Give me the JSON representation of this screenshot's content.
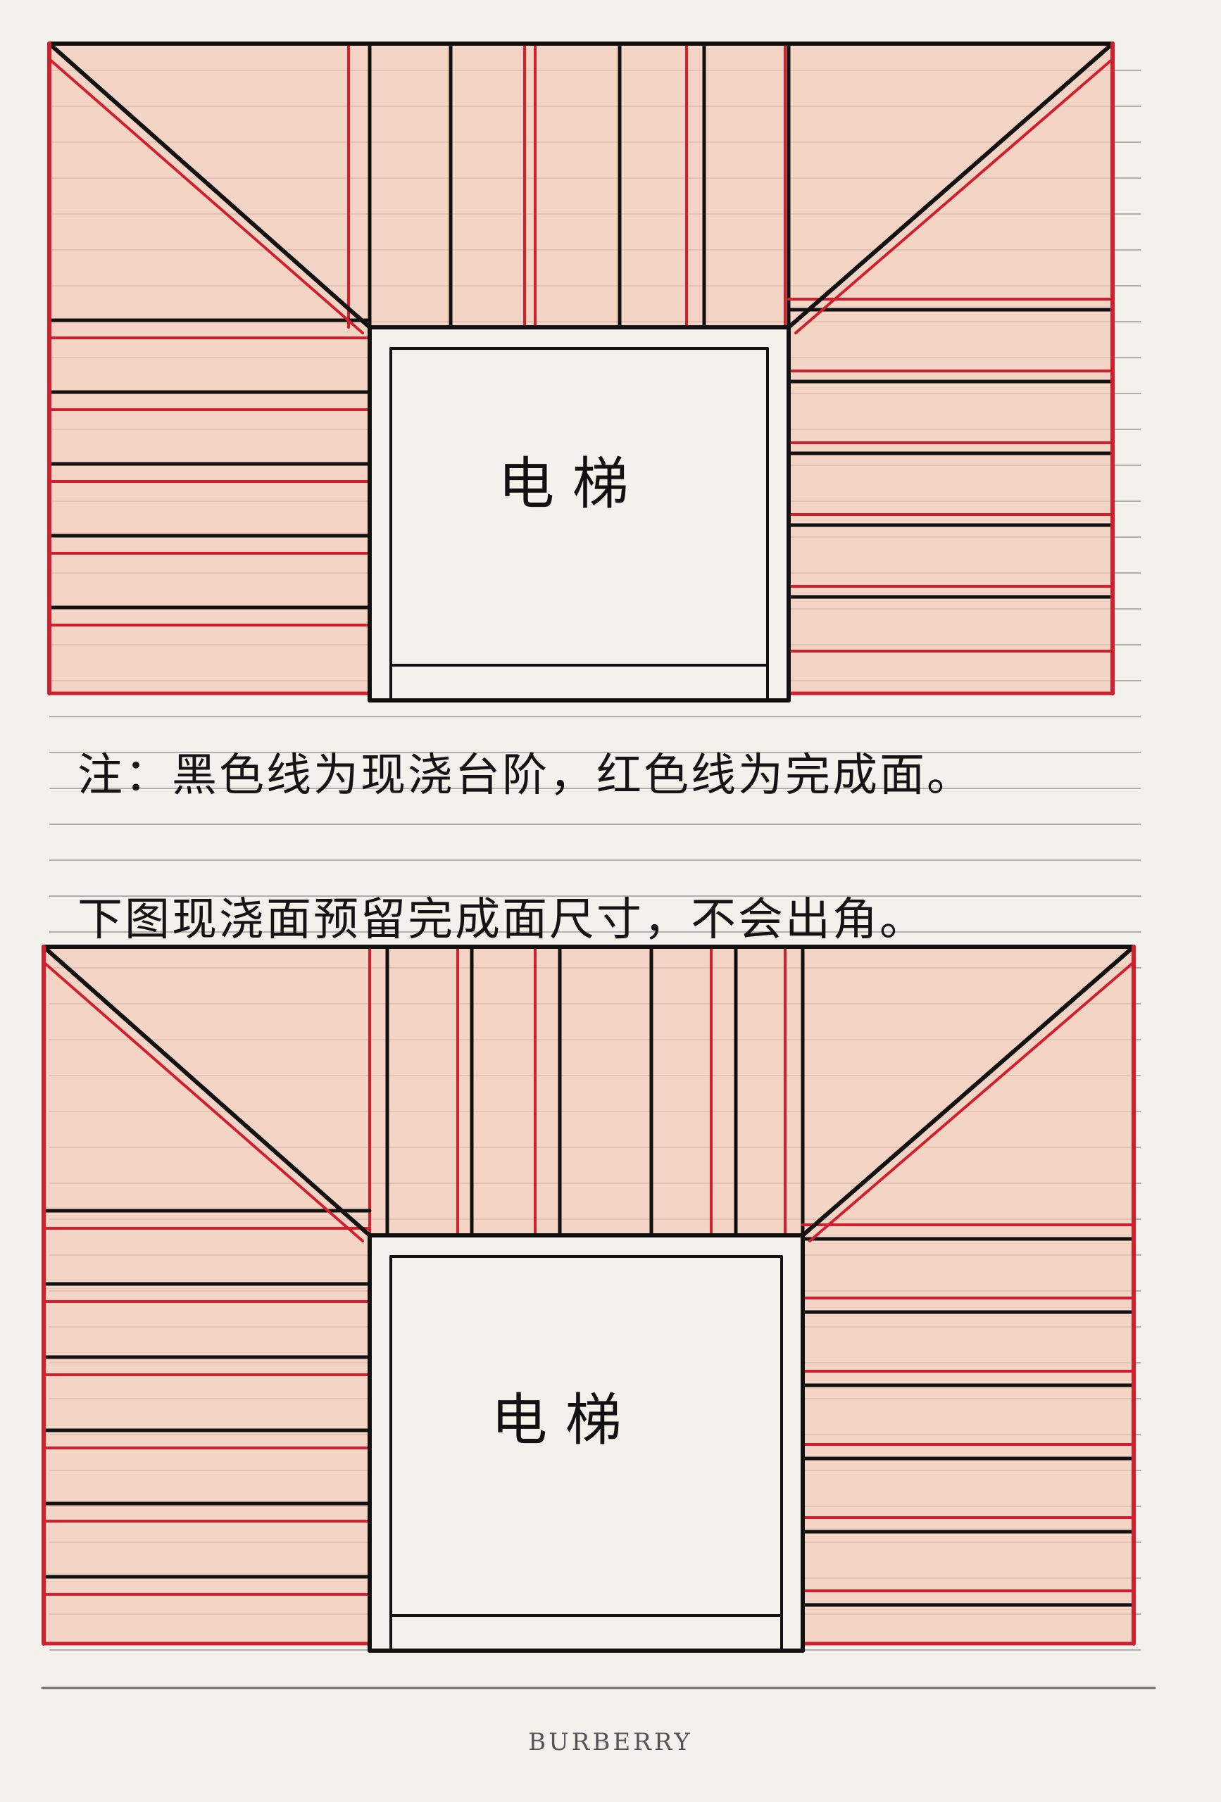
{
  "diagram_top": {
    "elevator_label": "电 梯"
  },
  "notes": {
    "line1": "注：黑色线为现浇台阶，红色线为完成面。",
    "line2": "下图现浇面预留完成面尺寸，不会出角。"
  },
  "diagram_bottom": {
    "elevator_label": "电 梯"
  },
  "brand": "BURBERRY",
  "colors": {
    "paper": "#f3f1ec",
    "rule_line": "#9a9a9a",
    "fill_pink": "#f4c9b6",
    "cast_black": "#111111",
    "finish_red": "#d11f2e"
  }
}
